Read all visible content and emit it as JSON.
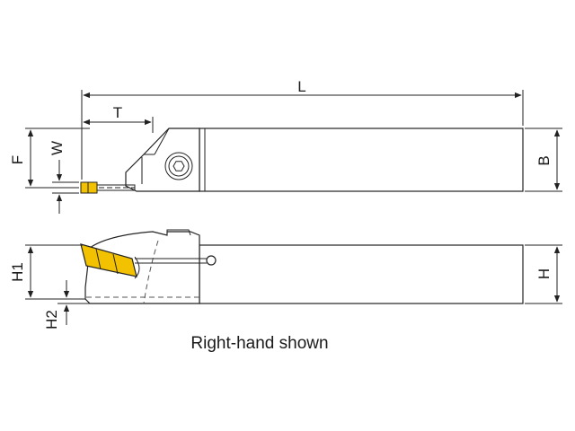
{
  "diagram": {
    "labels": {
      "L": "L",
      "T": "T",
      "F": "F",
      "W": "W",
      "B": "B",
      "H1": "H1",
      "H": "H",
      "H2": "H2"
    },
    "caption": "Right-hand shown",
    "colors": {
      "line": "#222222",
      "insert": "#f2c200",
      "background": "#ffffff"
    }
  }
}
